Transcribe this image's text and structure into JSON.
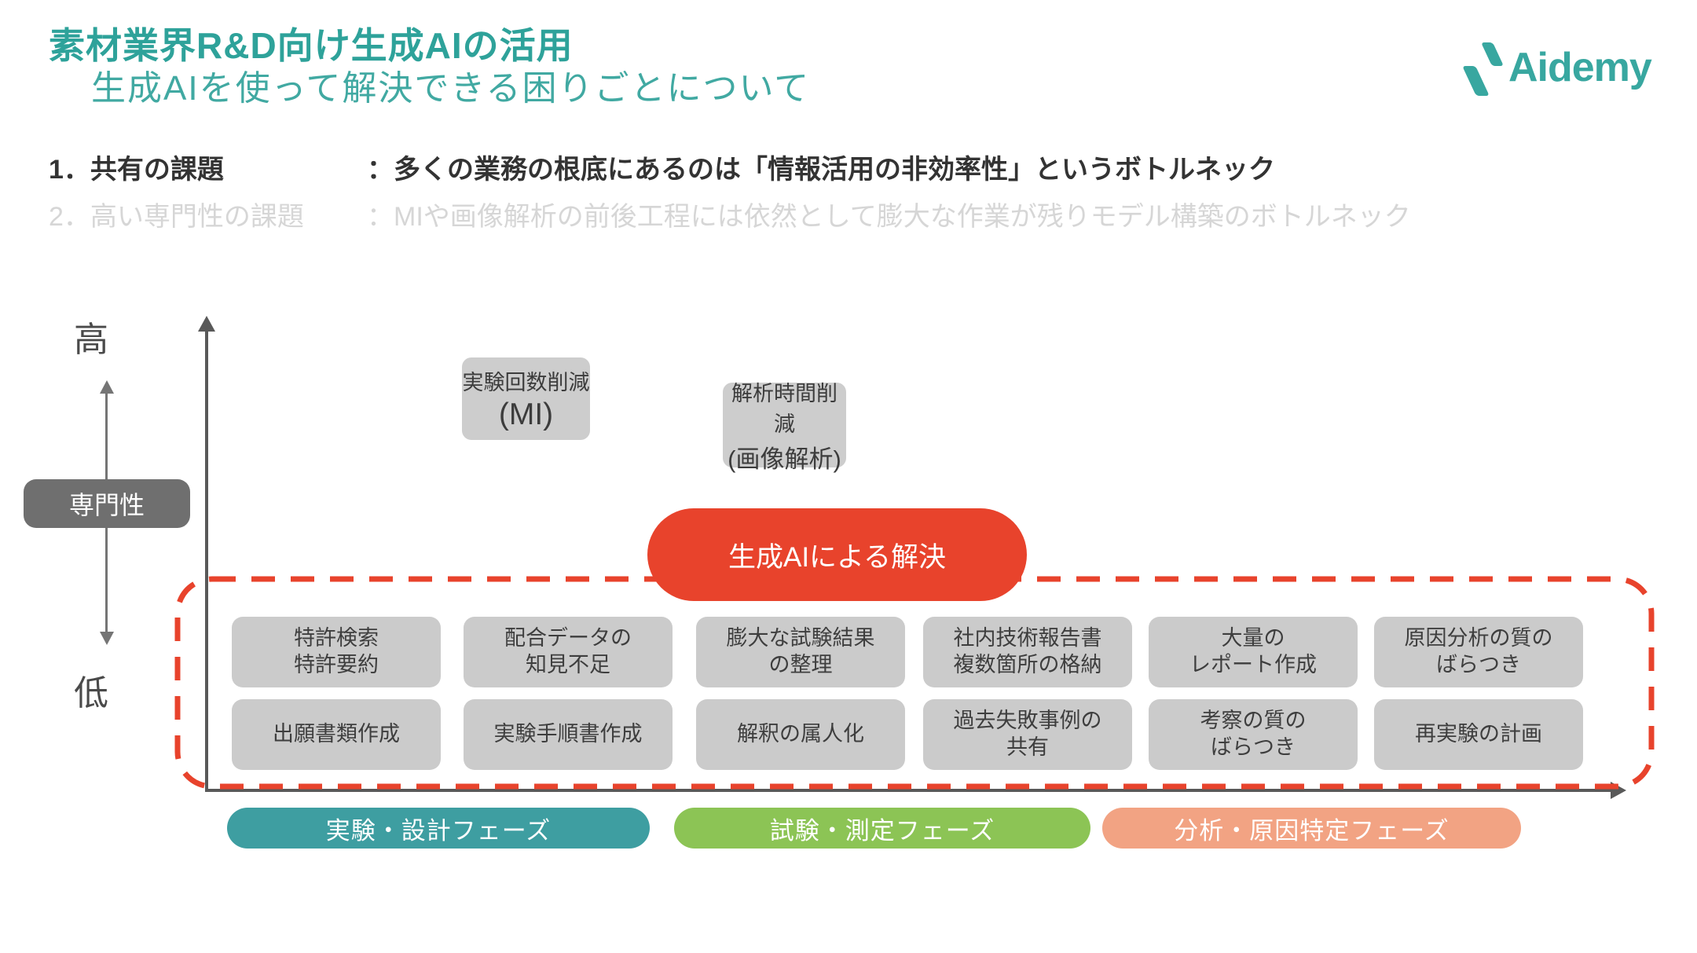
{
  "header": {
    "title": "素材業界R&D向け生成AIの活用",
    "subtitle": "生成AIを使って解決できる困りごとについて",
    "logo": "Aidemy"
  },
  "issues": [
    {
      "label": "1．共有の課題",
      "text": "：多くの業務の根底にあるのは「情報活用の非効率性」というボトルネック"
    },
    {
      "label": "2．高い専門性の課題",
      "text": "：MIや画像解析の前後工程には依然として膨大な作業が残りモデル構築のボトルネック"
    }
  ],
  "axis": {
    "high": "高",
    "low": "低",
    "y_label": "専門性"
  },
  "top_boxes": [
    {
      "line1": "実験回数削減",
      "line2": "(MI)"
    },
    {
      "line1": "解析時間削減",
      "line2": "(画像解析)"
    }
  ],
  "solution": {
    "label": "生成AIによる解決"
  },
  "grid": {
    "row1": [
      "特許検索\n特許要約",
      "配合データの\n知見不足",
      "膨大な試験結果\nの整理",
      "社内技術報告書\n複数箇所の格納",
      "大量の\nレポート作成",
      "原因分析の質の\nばらつき"
    ],
    "row2": [
      "出願書類作成",
      "実験手順書作成",
      "解釈の属人化",
      "過去失敗事例の\n共有",
      "考察の質の\nばらつき",
      "再実験の計画"
    ]
  },
  "phases": [
    {
      "label": "実験・設計フェーズ",
      "color": "#3E9EA1"
    },
    {
      "label": "試験・測定フェーズ",
      "color": "#8CC455"
    },
    {
      "label": "分析・原因特定フェーズ",
      "color": "#F2A383"
    }
  ],
  "colors": {
    "title_teal": "#2EA29A",
    "subtitle_teal": "#41A9A2",
    "logo_teal": "#38A7A0",
    "solution_red": "#E8432C",
    "task_gray": "#CBCBCB",
    "spec_label_gray": "#6F6F6F",
    "axis_gray": "#595959",
    "issue_muted": "#D6D6D6"
  }
}
